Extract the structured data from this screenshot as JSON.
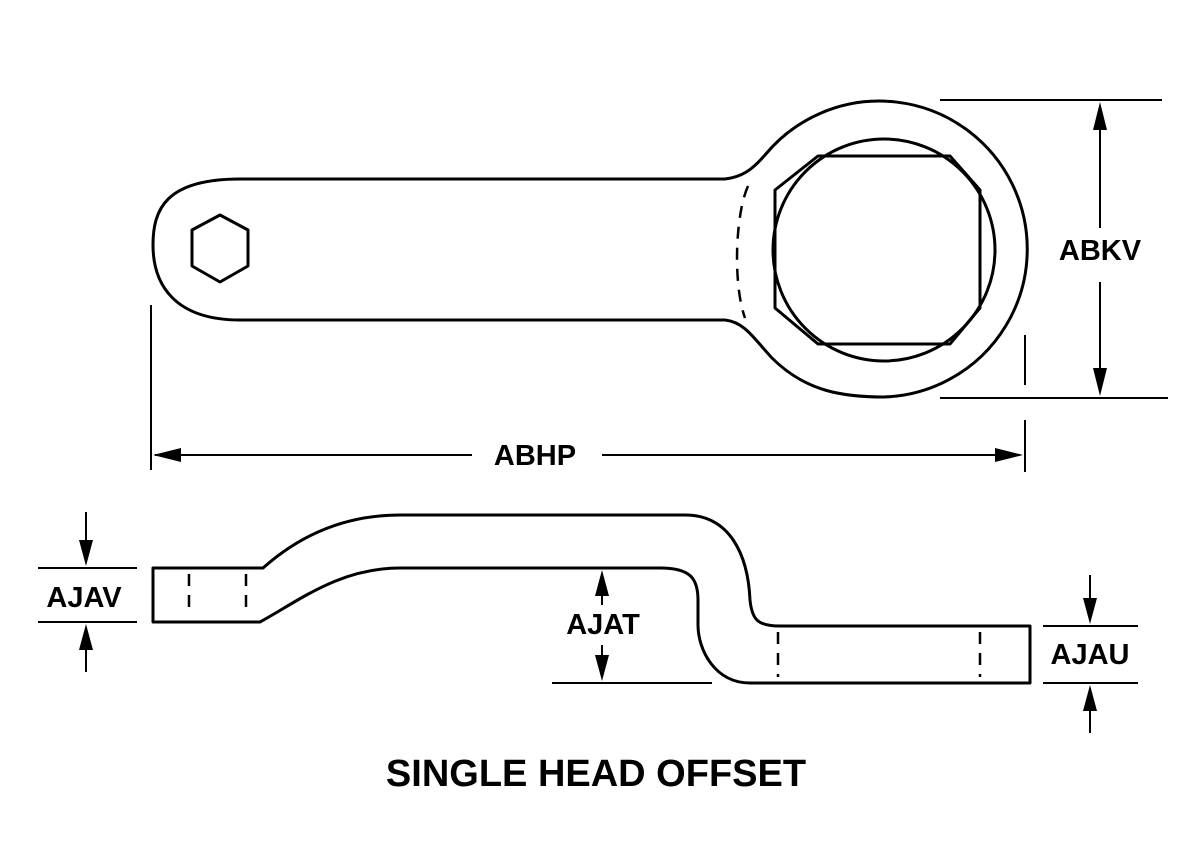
{
  "drawing": {
    "title": "SINGLE HEAD OFFSET",
    "dimensions": {
      "overall_length": "ABHP",
      "head_diameter": "ABKV",
      "handle_thickness": "AJAV",
      "offset_depth": "AJAT",
      "head_thickness": "AJAU"
    },
    "line_color": "#000000",
    "background_color": "#ffffff"
  }
}
